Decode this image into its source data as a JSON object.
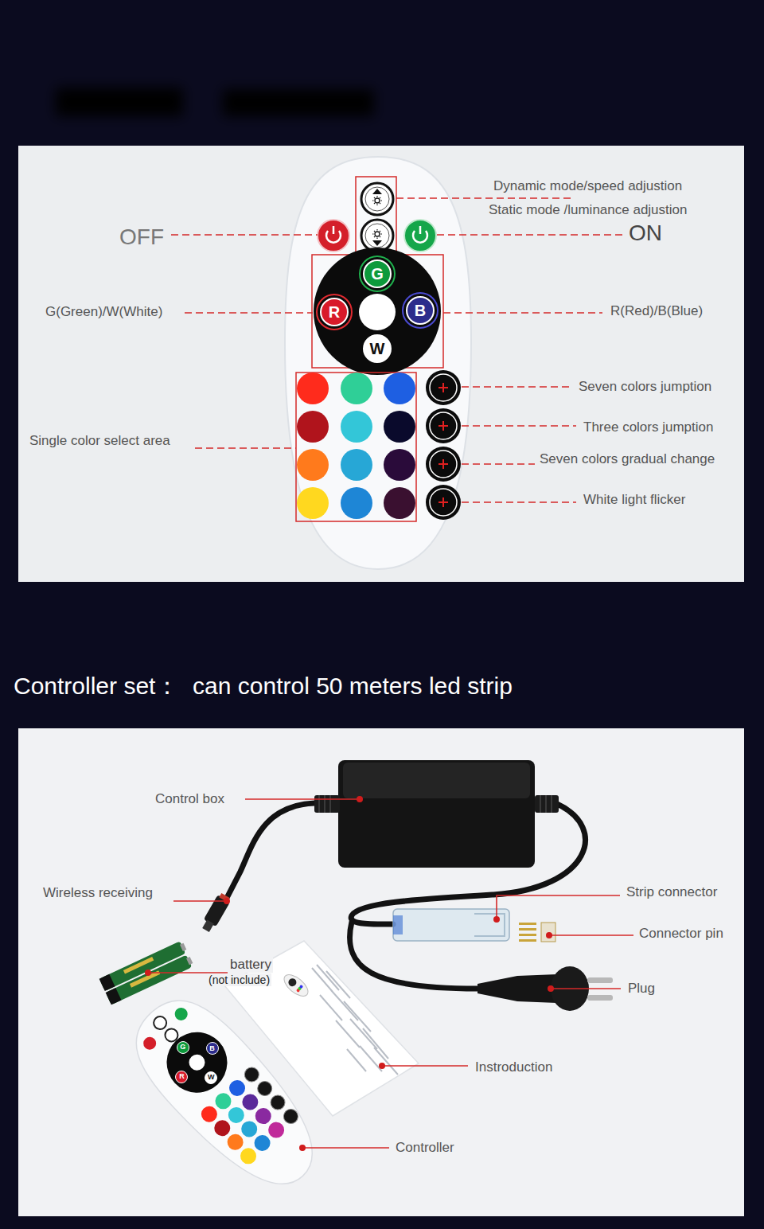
{
  "diagram": {
    "title": "Controller set：  can control 50 meters led strip",
    "nodes": [
      {
        "text": [
          "G"
        ]
      },
      {
        "text": [
          "R"
        ]
      },
      {
        "text": [
          "B"
        ]
      },
      {
        "text": [
          "W"
        ]
      },
      {
        "text": [
          "G"
        ]
      },
      {
        "text": [
          "R"
        ]
      },
      {
        "text": [
          "B"
        ]
      },
      {
        "text": [
          "W"
        ]
      }
    ],
    "labels": [
      "Dynamic mode/speed adjustion",
      "Static mode /luminance adjustion",
      "OFF",
      "ON",
      "G(Green)/W(White)",
      "R(Red)/B(Blue)",
      "Seven colors jumption",
      "Three colors jumption",
      "Seven colors gradual change",
      "White light flicker",
      "Single color select area",
      "Control box",
      "Wireless receiving",
      "Strip connector",
      "Connector pin",
      "battery",
      "(not include)",
      "Plug",
      "Instroduction",
      "Controller"
    ]
  }
}
